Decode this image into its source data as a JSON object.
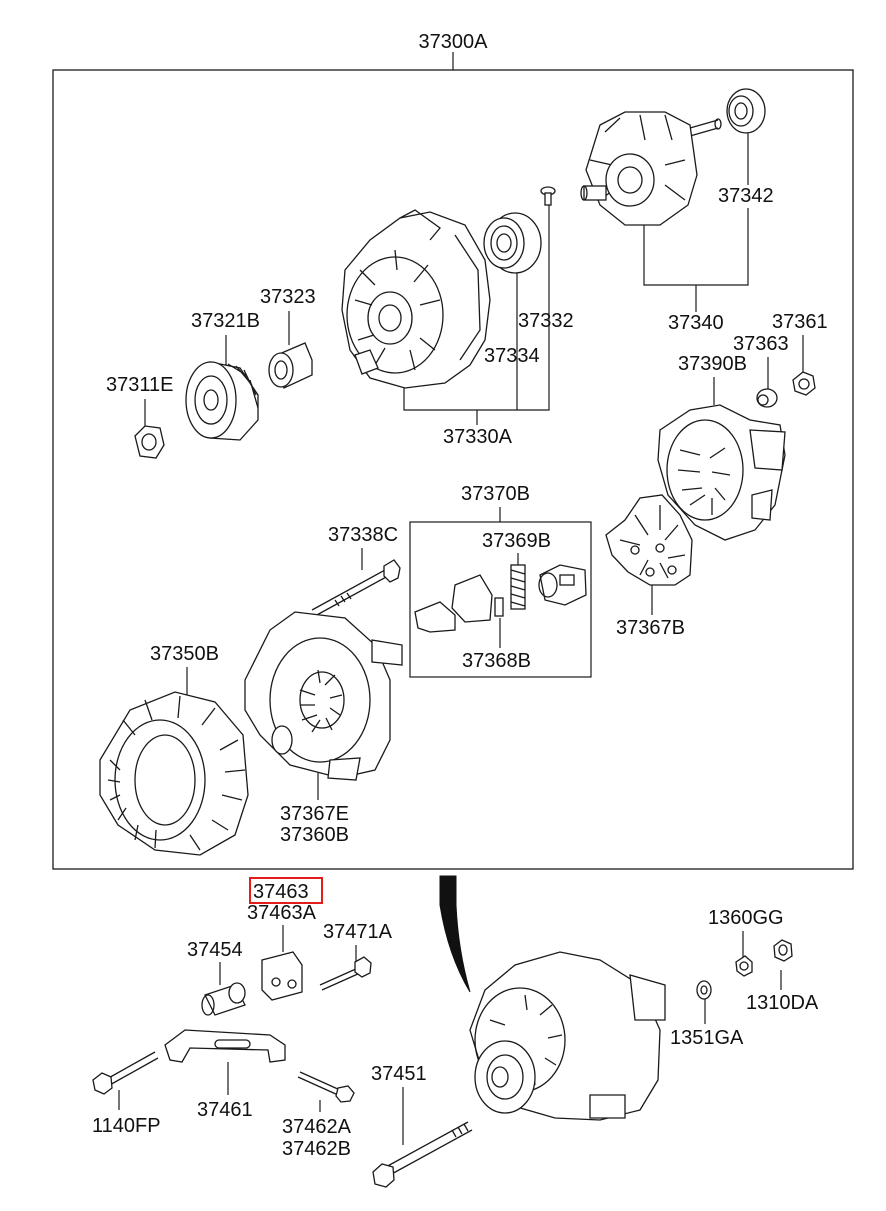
{
  "highlight_color": "#e31c1c",
  "highlighted_part": "37463",
  "labels": {
    "assembly": "37300A",
    "p37342": "37342",
    "p37323": "37323",
    "p37321B": "37321B",
    "p37332": "37332",
    "p37334": "37334",
    "p37311E": "37311E",
    "p37330A": "37330A",
    "p37340": "37340",
    "p37361": "37361",
    "p37363": "37363",
    "p37390B": "37390B",
    "p37370B": "37370B",
    "p37338C": "37338C",
    "p37369B": "37369B",
    "p37367B": "37367B",
    "p37368B": "37368B",
    "p37350B": "37350B",
    "p37367E": "37367E",
    "p37360B": "37360B",
    "p37463": "37463",
    "p37463A": "37463A",
    "p37471A": "37471A",
    "p37454": "37454",
    "p1360GG": "1360GG",
    "p1310DA": "1310DA",
    "p1351GA": "1351GA",
    "p37451": "37451",
    "p1140FP": "1140FP",
    "p37461": "37461",
    "p37462A": "37462A",
    "p37462B": "37462B"
  }
}
